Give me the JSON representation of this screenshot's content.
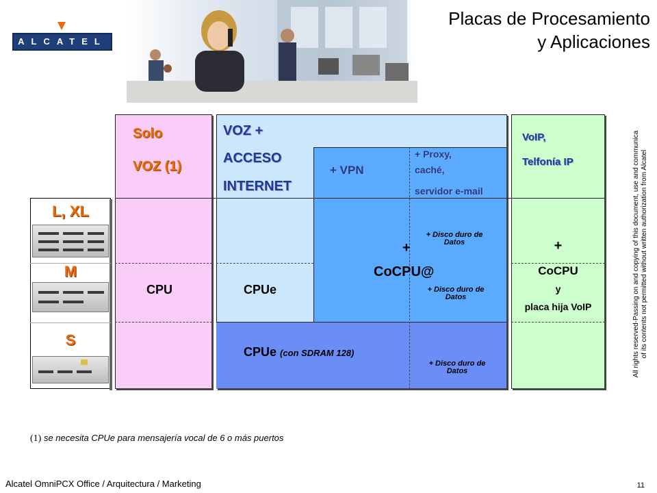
{
  "header": {
    "logo_text": "ALCATEL",
    "title_line1": "Placas de Procesamiento",
    "title_line2": "y Aplicaciones"
  },
  "models": {
    "lxl": "L, XL",
    "m": "M",
    "s": "S"
  },
  "col_solo": {
    "line1": "Solo",
    "line2": "VOZ (1)",
    "cpu": "CPU"
  },
  "col_internet": {
    "line1": "VOZ +",
    "line2": "ACCESO",
    "line3": "INTERNET",
    "vpn": "+ VPN",
    "proxy1": "+ Proxy,",
    "proxy2": "caché,",
    "proxy3": "servidor e-mail",
    "disk1_line1": "+ Disco duro de",
    "disk1_line2": "Datos",
    "plus": "+",
    "cocpu_at": "CoCPU@",
    "cpue": "CPUe",
    "disk2_line1": "+ Disco duro de",
    "disk2_line2": "Datos",
    "cpue_sdram_main": "CPUe",
    "cpue_sdram_sub": "(con SDRAM 128)",
    "disk3_line1": "+ Disco duro de",
    "disk3_line2": "Datos"
  },
  "col_voip": {
    "line1": "VoIP,",
    "line2": "Telfonía IP",
    "plus": "+",
    "cocpu": "CoCPU",
    "y": "y",
    "placa": "placa hija VoIP"
  },
  "footnote": {
    "num": "(1)",
    "text": "se necesita CPUe para mensajería vocal de 6 o más puertos"
  },
  "footer": {
    "text": "Alcatel OmniPCX Office / Arquitectura / Marketing",
    "page": "11"
  },
  "rights": {
    "line1": "All rights reserved-Passing on and copying of this document, use and communica",
    "line2": "of its contents not permitted without written authorization from Alcatel"
  },
  "colors": {
    "orange": "#e96a0b",
    "navy": "#1f3a8f",
    "pink": "#f9cdf8",
    "light_blue": "#cce7fb",
    "mid_blue": "#5aabff",
    "deep_blue": "#6b8ef6",
    "green": "#ccffcc"
  }
}
